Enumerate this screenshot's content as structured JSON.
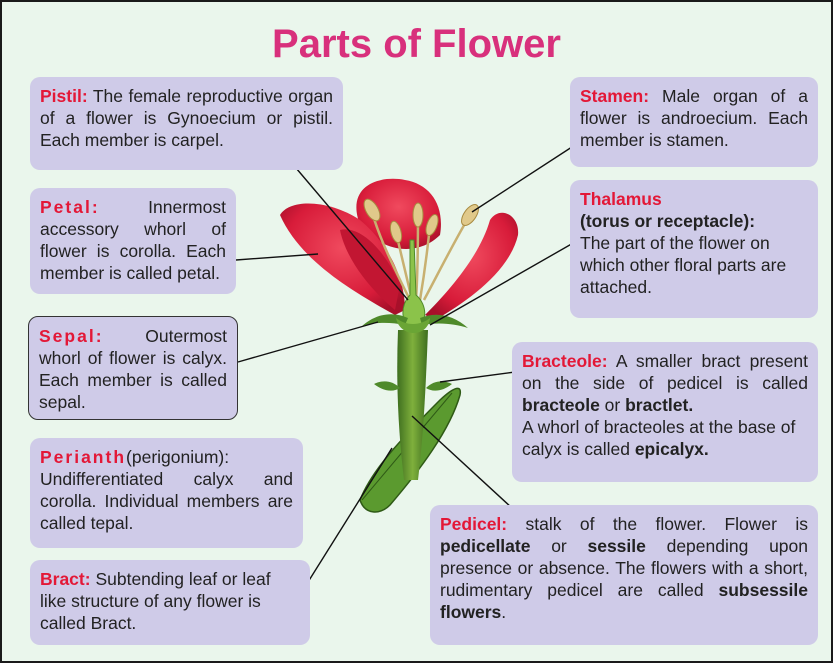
{
  "title": "Parts of Flower",
  "pistil": {
    "term": "Pistil",
    "sep": ":",
    "text": " The female reproductive organ of a flower is Gynoecium or pistil. Each member is carpel."
  },
  "petal": {
    "term": "Petal",
    "sep": ":",
    "text": " Innermost accessory whorl of flower is corolla. Each member is called petal."
  },
  "sepal": {
    "term": "Sepal",
    "sep": ":",
    "text": " Outermost whorl of flower is calyx. Each member is called sepal."
  },
  "perianth": {
    "term": "Perianth",
    "text": "(perigonium): Undifferentiated calyx and corolla. Individual members are called tepal."
  },
  "bract": {
    "term": "Bract",
    "sep": ":",
    "text": " Subtending leaf or leaf like structure of any flower is called Bract."
  },
  "stamen": {
    "term": "Stamen",
    "sep": ":",
    "text": " Male organ of a flower is androecium. Each member is stamen."
  },
  "thalamus": {
    "term": "Thalamus",
    "subtitle": "(torus or receptacle):",
    "text": "The part of the flower on which other floral parts are attached."
  },
  "bracteole": {
    "term": "Bracteole",
    "sep": ":",
    "text1": " A smaller bract present on the side of pedicel is called ",
    "bold1": "bracteole",
    "or": " or ",
    "bold2": "bractlet.",
    "text2": "A whorl of bracteoles at the base of calyx is called ",
    "bold3": "epicalyx."
  },
  "pedicel": {
    "term": "Pedicel",
    "sep": ":",
    "text1": " stalk of the flower. Flower is ",
    "bold1": "pedicellate",
    "or": " or ",
    "bold2": "sessile",
    "text2": " depending upon presence or absence. The flowers with a short, rudimentary pedicel are called ",
    "bold3": "subsessile flowers",
    "end": "."
  },
  "colors": {
    "title": "#d8307c",
    "term": "#e31837",
    "box": "#cfcbe8",
    "background": "#eaf6ec",
    "petal": "#d8203a",
    "stem": "#4f8a2a"
  }
}
